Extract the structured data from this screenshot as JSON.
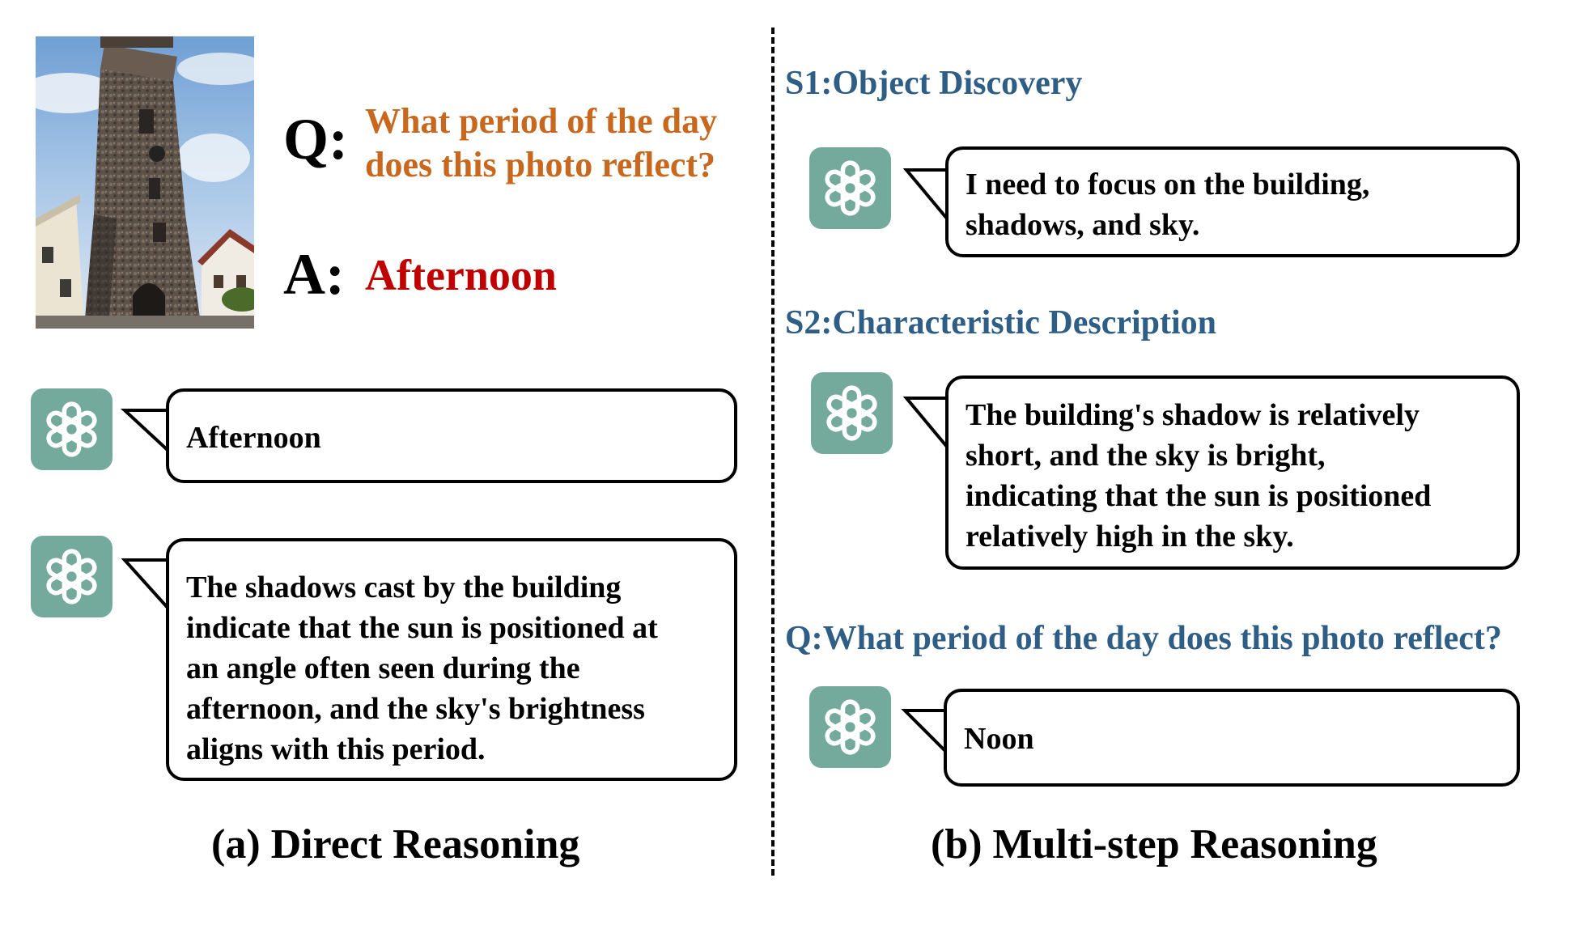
{
  "colors": {
    "question": "#c8681e",
    "answer": "#c00000",
    "step": "#2e5e86",
    "gpt_bg": "#74aa9c"
  },
  "icons": {
    "assistant": "openai-logo-icon"
  },
  "left": {
    "q_label": "Q:",
    "question_line1": "What period of the day",
    "question_line2": "does this photo reflect?",
    "a_label": "A:",
    "answer": "Afternoon",
    "bubble1": "Afternoon",
    "bubble2_lines": [
      "The shadows cast by the building",
      "indicate that the sun is positioned at",
      "an angle often seen during the",
      "afternoon, and the sky's brightness",
      "aligns with this period."
    ],
    "caption": "(a) Direct Reasoning"
  },
  "right": {
    "s1_label": "S1:Object Discovery",
    "s1_lines": [
      "I need to focus on the building,",
      "shadows, and sky."
    ],
    "s2_label": "S2:Characteristic Description",
    "s2_lines": [
      "The building's shadow is relatively",
      "short, and the sky is bright,",
      "indicating that the sun is positioned",
      "relatively high in the sky."
    ],
    "q_label": "Q:What period of the day does this photo reflect?",
    "answer_bubble": "Noon",
    "caption": "(b) Multi-step Reasoning"
  }
}
